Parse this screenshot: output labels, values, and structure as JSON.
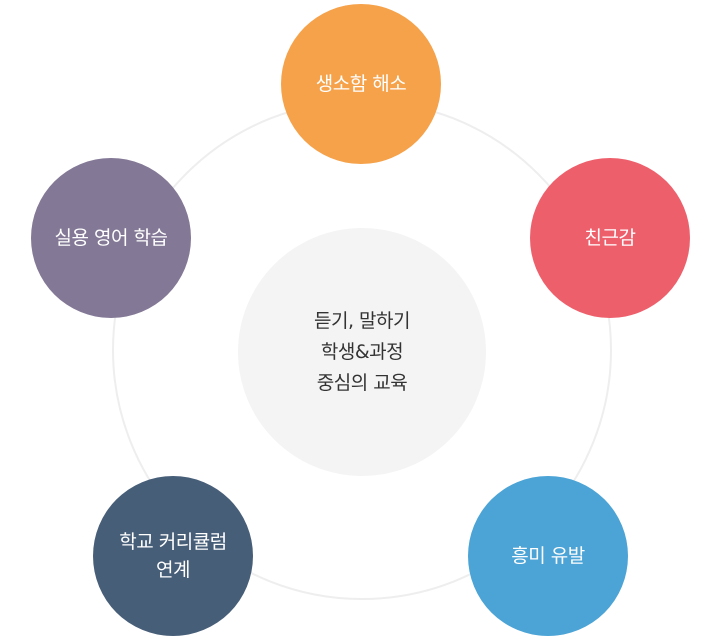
{
  "center": {
    "lines": [
      "듣기, 말하기",
      "학생&과정",
      "중심의 교육"
    ],
    "color": "#f4f4f4"
  },
  "nodes": [
    {
      "id": "top",
      "lines": [
        "생소함 해소"
      ],
      "color": "#f5a24a"
    },
    {
      "id": "right",
      "lines": [
        "친근감"
      ],
      "color": "#ee5f6c"
    },
    {
      "id": "bottom_r",
      "lines": [
        "흥미 유발"
      ],
      "color": "#4ba3d6"
    },
    {
      "id": "bottom_l",
      "lines": [
        "학교 커리큘럼",
        "연계"
      ],
      "color": "#475e78"
    },
    {
      "id": "left",
      "lines": [
        "실용 영어 학습"
      ],
      "color": "#837896"
    }
  ],
  "ring_color": "#eeeeee"
}
